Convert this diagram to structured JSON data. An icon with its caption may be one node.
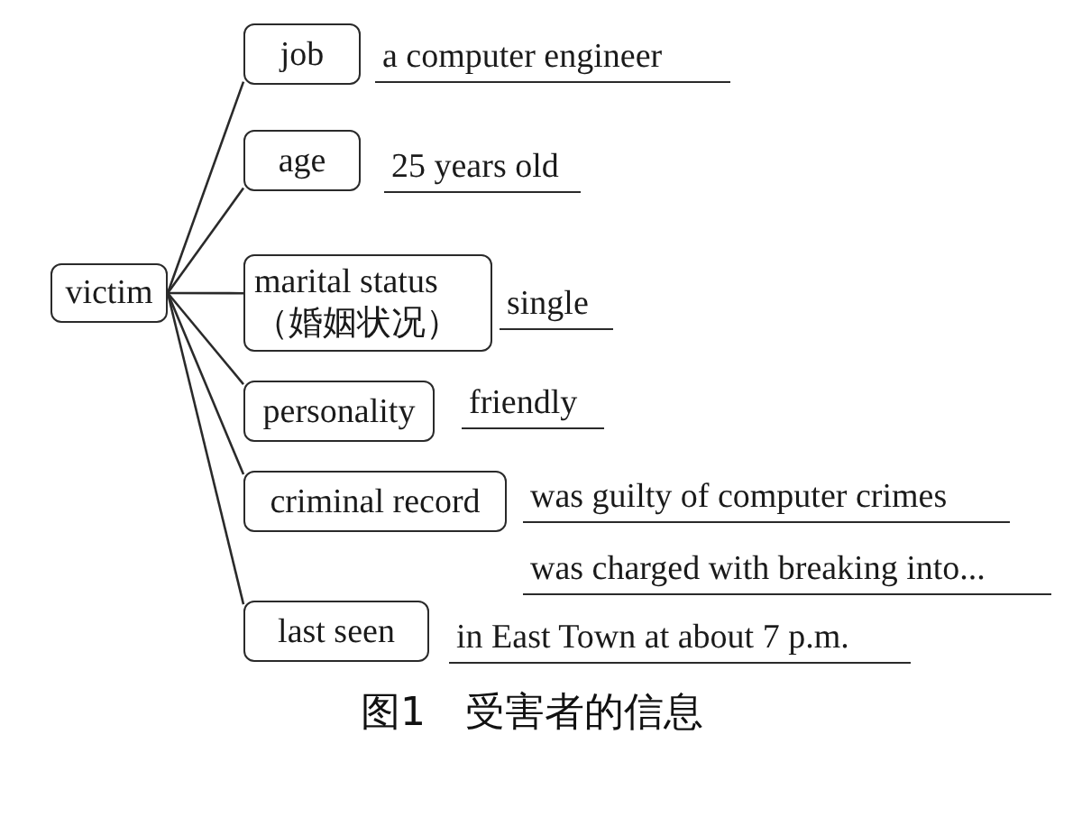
{
  "diagram": {
    "caption": "图1　受害者的信息",
    "nodes": [
      {
        "text": [
          "victim"
        ]
      },
      {
        "text": [
          "job"
        ],
        "beside": [
          "a computer engineer"
        ]
      },
      {
        "text": [
          "age"
        ],
        "beside": [
          "25 years old"
        ]
      },
      {
        "text": [
          "marital status （婚姻状况）"
        ],
        "beside": [
          "single"
        ]
      },
      {
        "text": [
          "personality"
        ],
        "beside": [
          "friendly"
        ]
      },
      {
        "text": [
          "criminal record"
        ],
        "beside": [
          "was guilty of computer crimes",
          "was charged with breaking into..."
        ]
      },
      {
        "text": [
          "last seen"
        ],
        "beside": [
          "in East Town at about 7 p.m."
        ]
      }
    ],
    "edges": [
      {
        "from": 0,
        "to": 1,
        "arrow": "none"
      },
      {
        "from": 0,
        "to": 2,
        "arrow": "none"
      },
      {
        "from": 0,
        "to": 3,
        "arrow": "none"
      },
      {
        "from": 0,
        "to": 4,
        "arrow": "none"
      },
      {
        "from": 0,
        "to": 5,
        "arrow": "none"
      },
      {
        "from": 0,
        "to": 6,
        "arrow": "none"
      }
    ]
  }
}
